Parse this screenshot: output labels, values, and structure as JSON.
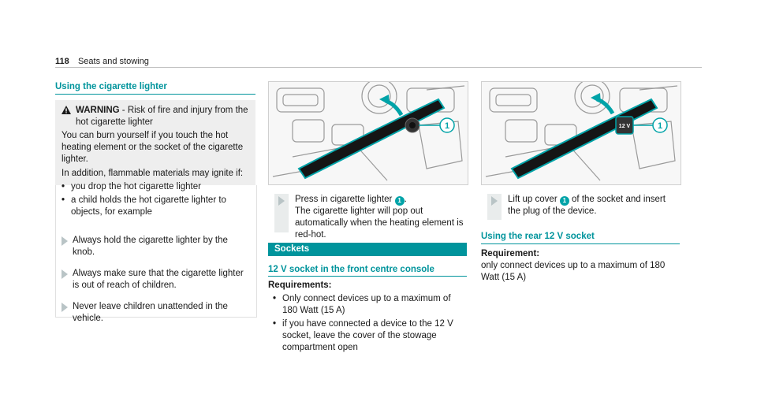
{
  "header": {
    "page_number": "118",
    "chapter": "Seats and stowing"
  },
  "col1": {
    "title": "Using the cigarette lighter",
    "warning": {
      "label": "WARNING",
      "heading_rest": " - Risk of fire and injury from the hot cigarette lighter",
      "para1": "You can burn yourself if you touch the hot heating element or the socket of the cigarette lighter.",
      "para2": "In addition, flammable materials may ignite if:",
      "bullets": [
        "you drop the hot cigarette lighter",
        "a child holds the hot cigarette lighter to objects, for example"
      ]
    },
    "steps": [
      "Always hold the cigarette lighter by the knob.",
      "Always make sure that the cigarette lighter is out of reach of children.",
      "Never leave children unattended in the vehicle."
    ]
  },
  "col2": {
    "step_pre": "Press in cigarette lighter ",
    "step_badge": "1",
    "step_post": ".",
    "step_line2": "The cigarette lighter will pop out automatically when the heating element is red-hot.",
    "section_bar": "Sockets",
    "subtitle": "12 V socket in the front centre console",
    "req_title": "Requirements:",
    "requirements": [
      "Only connect devices up to a maximum of 180 Watt (15 A)",
      "if you have connected a device to the 12 V socket, leave the cover of the stowage compartment open"
    ],
    "image_label": "1"
  },
  "col3": {
    "step_pre": "Lift up cover ",
    "step_badge": "1",
    "step_post": " of the socket and insert the plug of the device.",
    "title": "Using the rear 12 V socket",
    "req_title": "Requirement:",
    "req_text": "only connect devices up to a maximum of 180 Watt (15 A)",
    "image_label": "1",
    "image_socket_text": "12 V"
  },
  "colors": {
    "accent": "#00949c",
    "badge": "#00a3a8",
    "warning_bg": "#eeeeee"
  },
  "icons": [
    "warning-triangle-icon",
    "step-arrow-icon"
  ]
}
